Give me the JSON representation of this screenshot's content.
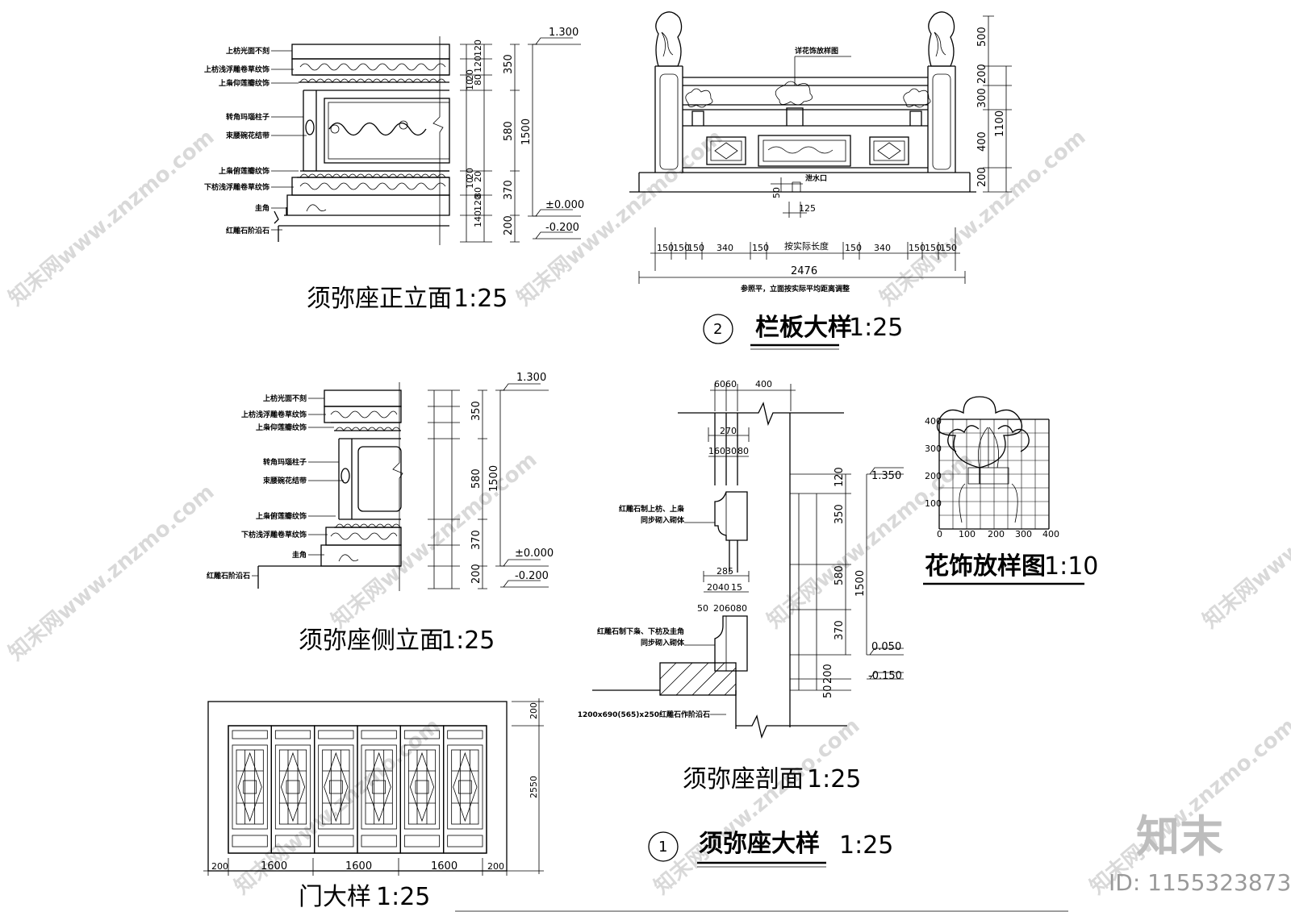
{
  "drawings": {
    "front_elevation": {
      "title": "须弥座正立面",
      "scale": "1:25",
      "labels": [
        "上枋光面不刻",
        "上枋浅浮雕卷草纹饰",
        "上枭仰莲瓣纹饰",
        "转角玛瑙柱子",
        "束腰碗花结带",
        "上枭俯莲瓣纹饰",
        "下枋浅浮雕卷草纹饰",
        "圭角",
        "红雕石阶沿石"
      ],
      "dims_small": [
        "120",
        "120",
        "80",
        "20",
        "10",
        "20",
        "10",
        "20",
        "80",
        "120",
        "140"
      ],
      "dims_large": [
        "350",
        "580",
        "370",
        "200"
      ],
      "total": "1500",
      "levels": [
        "1.300",
        "±0.000",
        "-0.200"
      ]
    },
    "railing": {
      "circle": "2",
      "title": "栏板大样",
      "scale": "1:25",
      "note_top": "详花饰放样图",
      "drain": "泄水口",
      "drain_w": "125",
      "drain_h": "50",
      "right_dims": [
        "500",
        "200",
        "300",
        "400",
        "200"
      ],
      "right_total": "1100",
      "bottom_dims_left": [
        "150",
        "150",
        "150",
        "340",
        "150"
      ],
      "bottom_mid": "按实际长度",
      "bottom_dims_right": [
        "150",
        "340",
        "150",
        "150",
        "150"
      ],
      "bottom_total": "2476",
      "bottom_note": "参照平，立面按实际平均距离调整"
    },
    "side_elevation": {
      "title": "须弥座侧立面",
      "scale": "1:25",
      "labels": [
        "上枋光面不刻",
        "上枋浅浮雕卷草纹饰",
        "上枭仰莲瓣纹饰",
        "转角玛瑙柱子",
        "束腰碗花结带",
        "上枭俯莲瓣纹饰",
        "下枋浅浮雕卷草纹饰",
        "圭角",
        "红雕石阶沿石"
      ],
      "dims_large": [
        "350",
        "580",
        "370",
        "200"
      ],
      "total": "1500",
      "levels": [
        "1.300",
        "±0.000",
        "-0.200"
      ]
    },
    "section": {
      "title": "须弥座剖面",
      "scale": "1:25",
      "top_dims": [
        "60",
        "60",
        "400"
      ],
      "mid_dims": [
        "270",
        "160",
        "30",
        "80"
      ],
      "lower_dims": [
        "285",
        "20",
        "40",
        "15"
      ],
      "lower_dims2": [
        "50",
        "20",
        "60",
        "80"
      ],
      "note1a": "红雕石制上枋、上枭",
      "note1b": "同步砌入砌体",
      "note2a": "红雕石制下枭、下枋及圭角",
      "note2b": "同步砌入砌体",
      "note3": "1200x690(565)x250红雕石作阶沿石",
      "right_dims": [
        "120",
        "350",
        "580",
        "370",
        "200",
        "50"
      ],
      "total": "1500",
      "levels": [
        "1.350",
        "0.050",
        "-0.150"
      ]
    },
    "ornament": {
      "title": "花饰放样图",
      "scale": "1:10",
      "y_ticks": [
        "400",
        "300",
        "200",
        "100"
      ],
      "x_ticks": [
        "0",
        "100",
        "200",
        "300",
        "400"
      ]
    },
    "door": {
      "title": "门大样",
      "scale": "1:25",
      "bottom_dims": [
        "200",
        "1600",
        "1600",
        "1600",
        "200"
      ],
      "right_dims": [
        "200",
        "2550"
      ]
    },
    "detail_label": {
      "circle": "1",
      "title": "须弥座大样",
      "scale": "1:25"
    }
  },
  "watermark": {
    "logo": "知末",
    "id_text": "ID: 1155323873",
    "site": "知末网www.znzmo.com"
  }
}
